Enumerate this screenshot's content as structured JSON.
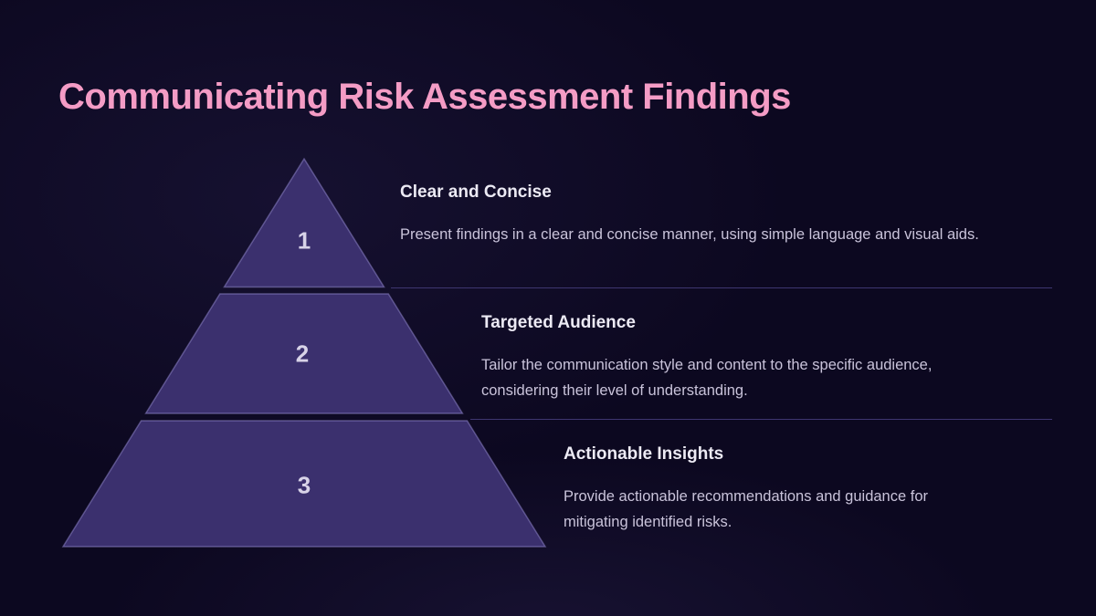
{
  "slide": {
    "title": "Communicating Risk Assessment Findings"
  },
  "colors": {
    "background": "#0c0820",
    "title_pink": "#f49cc5",
    "pyramid_fill": "#3b306e",
    "heading_text": "#eceaf4",
    "body_text": "#c9c3da",
    "number_text": "#d8d3e8",
    "divider": "#3e3670"
  },
  "pyramid": {
    "type": "3-level-pyramid",
    "levels": [
      "1",
      "2",
      "3"
    ]
  },
  "sections": [
    {
      "number": "1",
      "heading": "Clear and Concise",
      "body_lines": [
        "Present findings in a clear and concise manner, using simple language and visual aids."
      ]
    },
    {
      "number": "2",
      "heading": "Targeted Audience",
      "body_lines": [
        "Tailor the communication style and content to the specific audience,",
        "considering their level of understanding."
      ]
    },
    {
      "number": "3",
      "heading": "Actionable Insights",
      "body_lines": [
        "Provide actionable recommendations and guidance for",
        "mitigating identified risks."
      ]
    }
  ]
}
